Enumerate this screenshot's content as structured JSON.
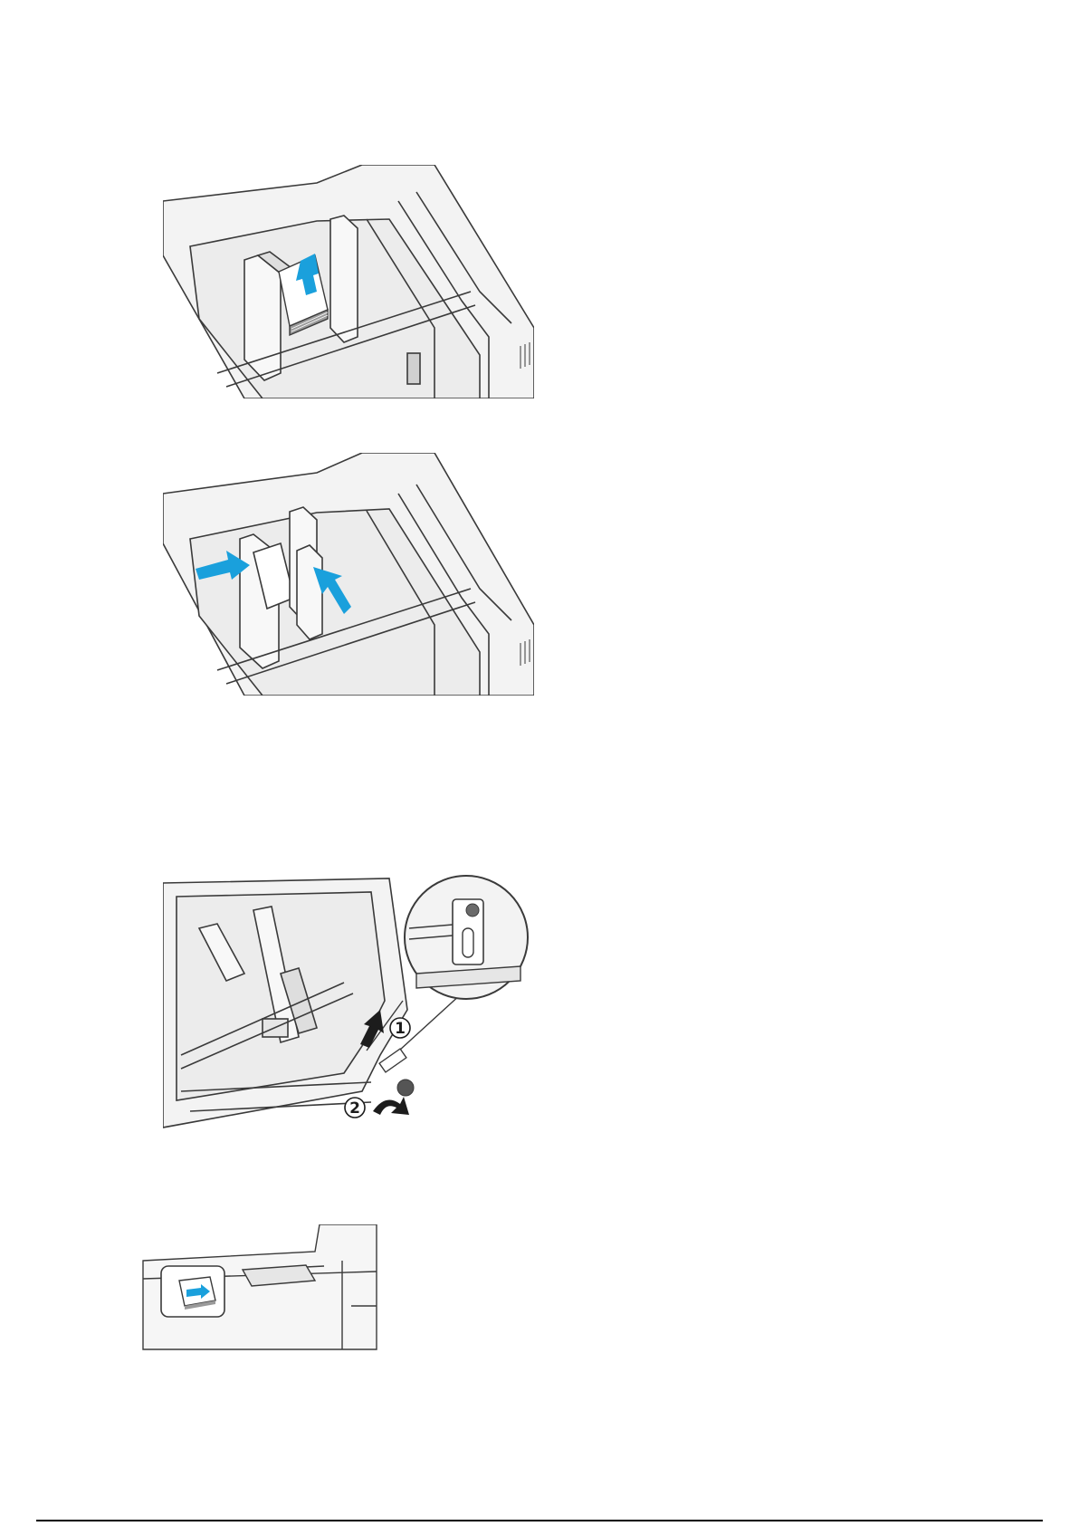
{
  "figures": [
    {
      "name": "load-paper-figure",
      "arrow_color": "#1aa0dc"
    },
    {
      "name": "adjust-paper-guides-figure",
      "arrow_color": "#1aa0dc"
    },
    {
      "name": "skew-adjustment-figure",
      "arrow_color": "#1c1c1c"
    },
    {
      "name": "tray-indicator-figure",
      "arrow_color": "#1aa0dc"
    }
  ],
  "callouts": {
    "step_1": "1",
    "step_2": "2"
  },
  "colors": {
    "line": "#3a3a3a",
    "fill": "#f3f3f3",
    "shade": "#e2e2e2",
    "accent": "#1aa0dc"
  }
}
